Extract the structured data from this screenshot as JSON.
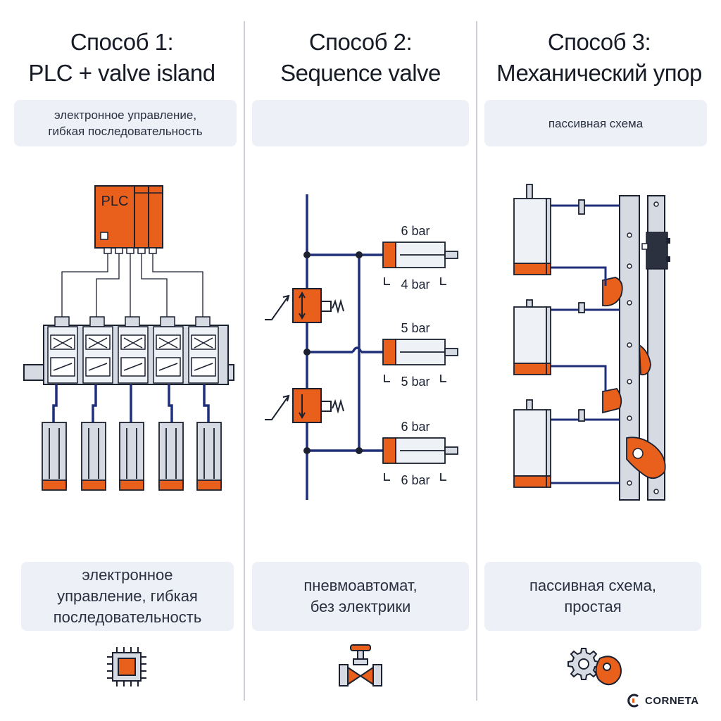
{
  "columns": [
    {
      "title_line1": "Способ 1:",
      "title_line2": "PLC + valve island",
      "top_text": "электронное управление,\nгибкая последовательность",
      "bottom_text": "электронное\nуправление, гибкая\nпоследовательность",
      "plc_label": "PLC",
      "icon": "chip-icon"
    },
    {
      "title_line1": "Способ 2:",
      "title_line2": "Sequence valve",
      "top_text": "",
      "bottom_text": "пневмоавтомат,\nбез электрики",
      "pressures": [
        {
          "top": "6 bar",
          "bottom": "4 bar"
        },
        {
          "top": "5 bar",
          "bottom": "5 bar"
        },
        {
          "top": "6 bar",
          "bottom": "6 bar"
        }
      ],
      "icon": "valve-icon"
    },
    {
      "title_line1": "Способ 3:",
      "title_line2": "Механический упор",
      "top_text": "пассивная схема",
      "bottom_text": "пассивная схема,\nпростая",
      "icon": "gear-cam-icon"
    }
  ],
  "brand": "CORNETA",
  "colors": {
    "accent": "#e8601c",
    "line": "#1f2f7a",
    "gray": "#d6dbe3",
    "panel": "#edf0f6"
  }
}
